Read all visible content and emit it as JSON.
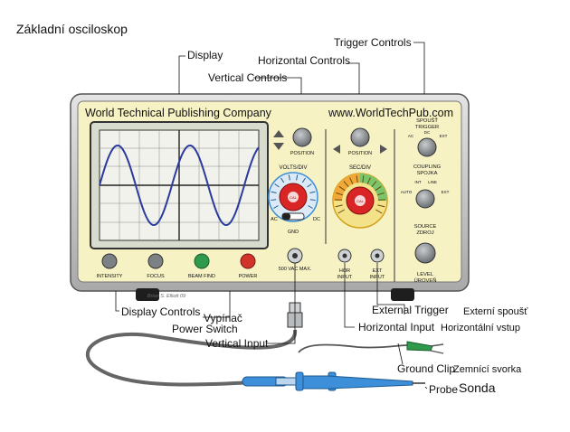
{
  "title": "Základní osciloskop",
  "panel": {
    "company": "World Technical Publishing Company",
    "website": "www.WorldTechPub.com",
    "signature": "Brian S. Elliott 09"
  },
  "controls": {
    "vertical_position": "POSITION",
    "volts_div": "VOLTS/DIV",
    "ac": "AC",
    "dc": "DC",
    "gnd": "GND",
    "horizontal_position": "POSITION",
    "sec_div": "SEC/DIV",
    "cal": "CAL",
    "trigger_title_cz": "SPOUŠŤ",
    "trigger_title_en": "TRIGGER",
    "trigger_ac": "AC",
    "trigger_dc": "DC",
    "trigger_ext": "EXT",
    "coupling_en": "COUPLING",
    "coupling_cz": "SPOJKA",
    "auto": "AUTO",
    "int": "INT",
    "line": "LINE",
    "ext2": "EXT",
    "source_en": "SOURCE",
    "source_cz": "ZDROJ",
    "level_en": "LEVEL",
    "level_cz": "ÚROVEŇ",
    "intensity": "INTENSITY",
    "focus": "FOCUS",
    "beam_find": "BEAM FIND",
    "power": "POWER",
    "vac_max": "500 VAC MAX.",
    "hor": "HOR",
    "hor_input": "INPUT",
    "ext": "EXT",
    "ext_input": "INPUT"
  },
  "labels": {
    "display": "Display",
    "vertical_controls": "Vertical Controls",
    "horizontal_controls": "Horizontal Controls",
    "trigger_controls": "Trigger Controls",
    "display_controls": "Display Controls",
    "vypinac": "Vypínač",
    "power_switch": "Power Switch",
    "vertical_input": "Vertical Input",
    "external_trigger": "External Trigger",
    "externi_spoust": "Externí spoušť",
    "horizontal_input": "Horizontal Input",
    "horizontalni_vstup": "Horizontální vstup",
    "ground_clip": "Ground Clip",
    "zemnici_svorka": "Zemnící svorka",
    "probe": "Probe",
    "sonda": "Sonda"
  },
  "colors": {
    "panel": "#f6f2c4",
    "screen": "#d8dccf",
    "trace": "#2b3a9e",
    "knob": "#8a8f92",
    "intensity_button": "#7c8185",
    "beam_find_button": "#2f9a4b",
    "power_button": "#d0342a",
    "probe_blue": "#3d8fd9"
  }
}
